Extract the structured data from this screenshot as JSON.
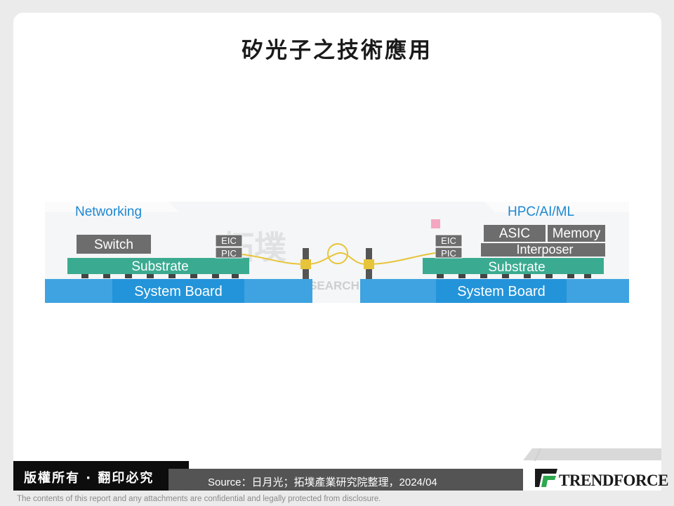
{
  "title": "矽光子之技術應用",
  "diagram": {
    "left_label": "Networking",
    "right_label": "HPC/AI/ML",
    "switch": "Switch",
    "substrate": "Substrate",
    "system_board": "System Board",
    "eic": "EIC",
    "pic": "PIC",
    "asic": "ASIC",
    "memory": "Memory",
    "interposer": "Interposer",
    "watermark_chinese": "拓墣",
    "watermark_english": "TOPOLOGY RESEARCH INSTITUTE",
    "colors": {
      "label_blue": "#1e88d2",
      "board_blue": "#3ea3e0",
      "board_label_blue": "#1a7fcf",
      "substrate_teal": "#3aab91",
      "chip_gray": "#6d6d6d",
      "fiber_yellow": "#e8c43a"
    }
  },
  "footer": {
    "copyright": "版權所有 · 翻印必究",
    "source": "Source：日月光；拓墣產業研究院整理，2024/04",
    "logo": "TRENDFORCE",
    "logo_icon": "trendforce-logo-icon"
  },
  "disclaimer": "The contents of this report and any attachments are confidential and legally protected from disclosure."
}
